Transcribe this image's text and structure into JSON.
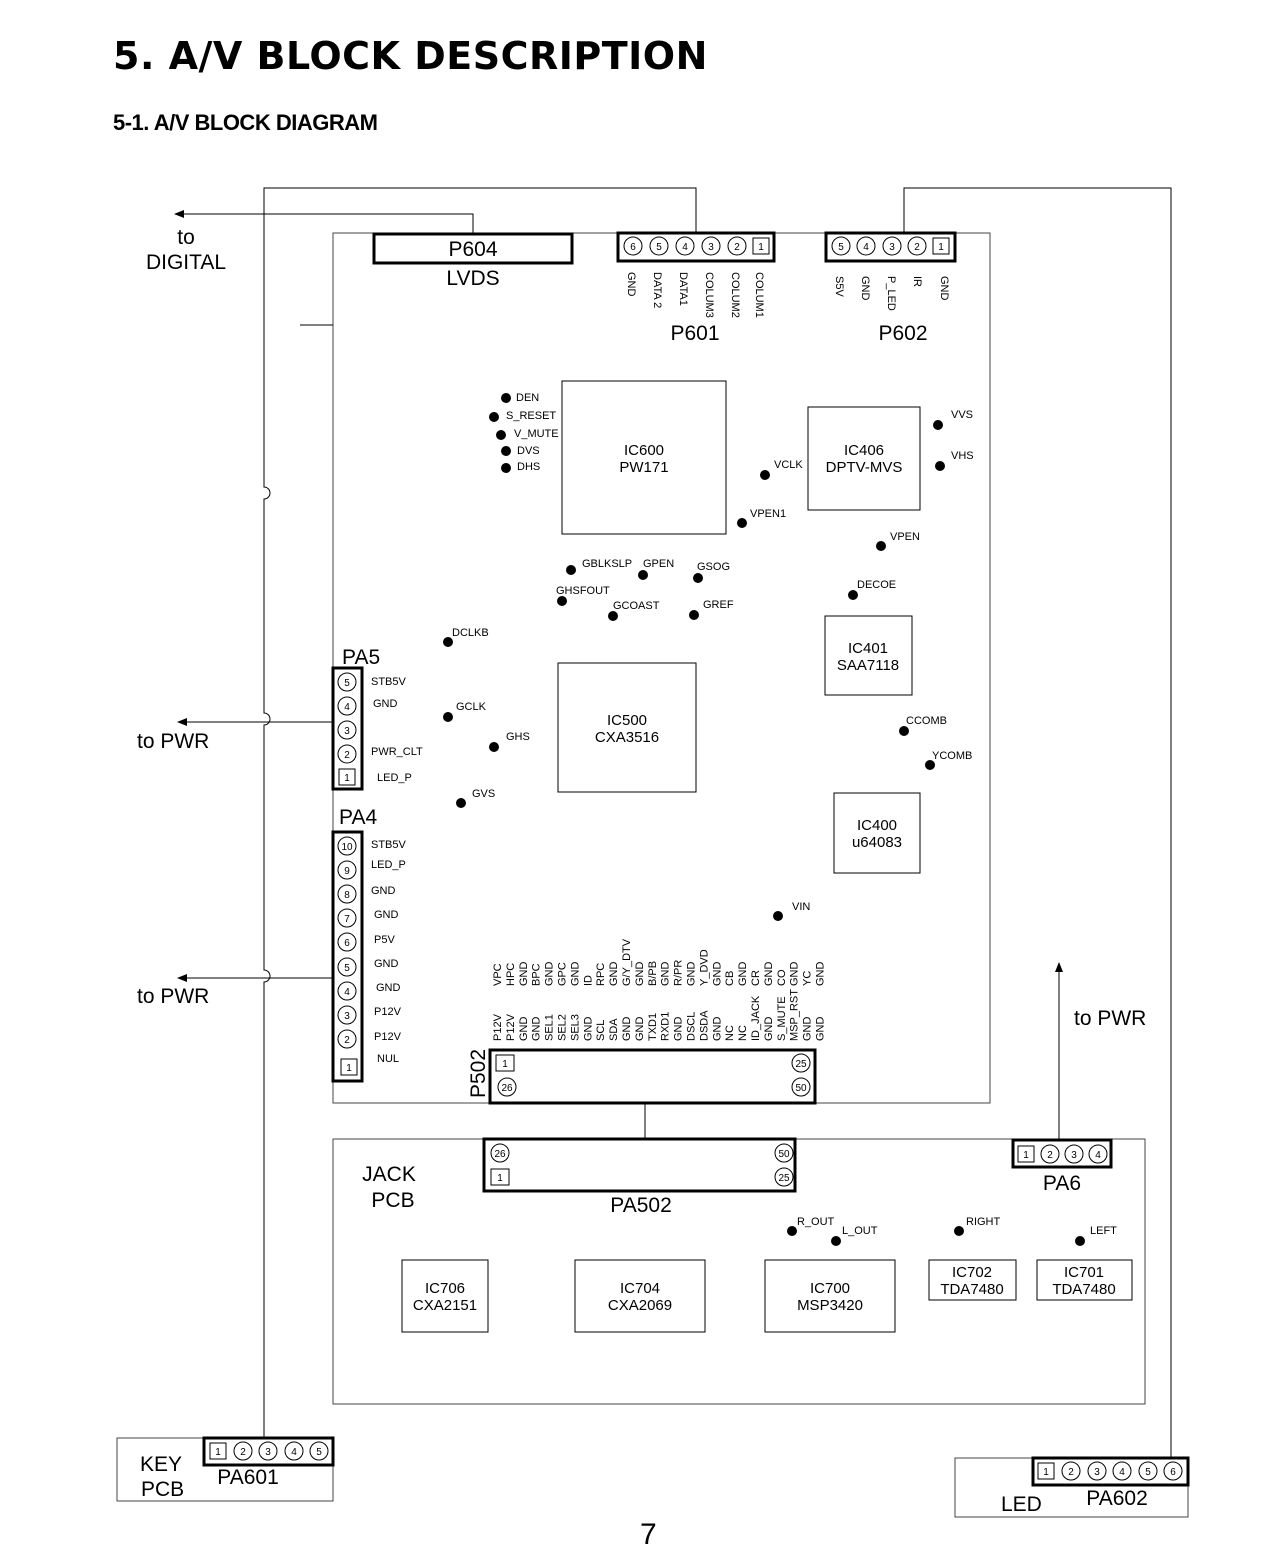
{
  "page": {
    "title": "5. A/V BLOCK DESCRIPTION",
    "subtitle": "5-1.  A/V BLOCK DIAGRAM",
    "page_number": "7"
  },
  "diagram": {
    "destinations": {
      "to_digital": [
        "to",
        "DIGITAL"
      ],
      "to_pwr": "to PWR"
    },
    "connectors": {
      "p604": {
        "name": "P604",
        "label": "LVDS"
      },
      "p601": {
        "name": "P601",
        "pins": [
          "6",
          "5",
          "4",
          "3",
          "2",
          "1"
        ],
        "signals": [
          "GND",
          "DATA 2",
          "DATA1",
          "COLUM3",
          "COLUM2",
          "COLUM1"
        ]
      },
      "p602": {
        "name": "P602",
        "pins": [
          "5",
          "4",
          "3",
          "2",
          "1"
        ],
        "signals": [
          "S5V",
          "GND",
          "P_LED",
          "IR",
          "GND"
        ]
      },
      "pa5": {
        "name": "PA5",
        "pins": [
          "5",
          "4",
          "3",
          "2",
          "1"
        ],
        "signals": [
          "STB5V",
          "GND",
          "",
          "PWR_CLT",
          "LED_P"
        ]
      },
      "pa4": {
        "name": "PA4",
        "pins": [
          "10",
          "9",
          "8",
          "7",
          "6",
          "5",
          "4",
          "3",
          "2",
          "1"
        ],
        "signals": [
          "STB5V",
          "LED_P",
          "GND",
          "GND",
          "P5V",
          "GND",
          "GND",
          "P12V",
          "P12V",
          "NUL"
        ]
      },
      "p502": {
        "name": "P502",
        "pins": [
          "1",
          "25",
          "26",
          "50"
        ],
        "signals_top": [
          "VPC",
          "HPC",
          "GND",
          "BPC",
          "GND",
          "GPC",
          "GND",
          "ID",
          "RPC",
          "GND",
          "G/Y_DTV",
          "GND",
          "B/PB",
          "GND",
          "R/PR",
          "GND",
          "Y_DVD",
          "GND",
          "CB",
          "GND",
          "CR",
          "GND",
          "CO",
          "GND",
          "YC",
          "GND"
        ],
        "signals_bottom": [
          "P12V",
          "P12V",
          "GND",
          "GND",
          "SEL1",
          "SEL2",
          "SEL3",
          "GND",
          "SCL",
          "SDA",
          "GND",
          "GND",
          "TXD1",
          "RXD1",
          "GND",
          "DSCL",
          "DSDA",
          "GND",
          "NC",
          "NC",
          "ID_JACK",
          "GND",
          "S_MUTE",
          "MSP_RST",
          "GND",
          "GND"
        ]
      },
      "pa502": {
        "name": "PA502",
        "pins": [
          "26",
          "50",
          "1",
          "25"
        ]
      },
      "pa6": {
        "name": "PA6",
        "pins": [
          "1",
          "2",
          "3",
          "4"
        ]
      },
      "pa601": {
        "name": "PA601",
        "pins": [
          "1",
          "2",
          "3",
          "4",
          "5"
        ]
      },
      "pa602": {
        "name": "PA602",
        "pins": [
          "1",
          "2",
          "3",
          "4",
          "5",
          "6"
        ]
      }
    },
    "chips": {
      "ic600": {
        "ref": "IC600",
        "part": "PW171"
      },
      "ic406": {
        "ref": "IC406",
        "part": "DPTV-MVS"
      },
      "ic401": {
        "ref": "IC401",
        "part": "SAA7118"
      },
      "ic500": {
        "ref": "IC500",
        "part": "CXA3516"
      },
      "ic400": {
        "ref": "IC400",
        "part": "u64083"
      },
      "ic706": {
        "ref": "IC706",
        "part": "CXA2151"
      },
      "ic704": {
        "ref": "IC704",
        "part": "CXA2069"
      },
      "ic700": {
        "ref": "IC700",
        "part": "MSP3420"
      },
      "ic702": {
        "ref": "IC702",
        "part": "TDA7480"
      },
      "ic701": {
        "ref": "IC701",
        "part": "TDA7480"
      }
    },
    "test_points": [
      "DEN",
      "S_RESET",
      "V_MUTE",
      "DVS",
      "DHS",
      "VCLK",
      "VPEN1",
      "VVS",
      "VHS",
      "VPEN",
      "DECOE",
      "GBLKSLP",
      "GPEN",
      "GSOG",
      "GHSFOUT",
      "GCOAST",
      "GREF",
      "DCLKB",
      "GCLK",
      "GHS",
      "GVS",
      "CCOMB",
      "YCOMB",
      "VIN",
      "R_OUT",
      "L_OUT",
      "RIGHT",
      "LEFT"
    ],
    "boards": {
      "jack": [
        "JACK",
        "PCB"
      ],
      "key": [
        "KEY",
        "PCB"
      ],
      "led": "LED"
    }
  }
}
